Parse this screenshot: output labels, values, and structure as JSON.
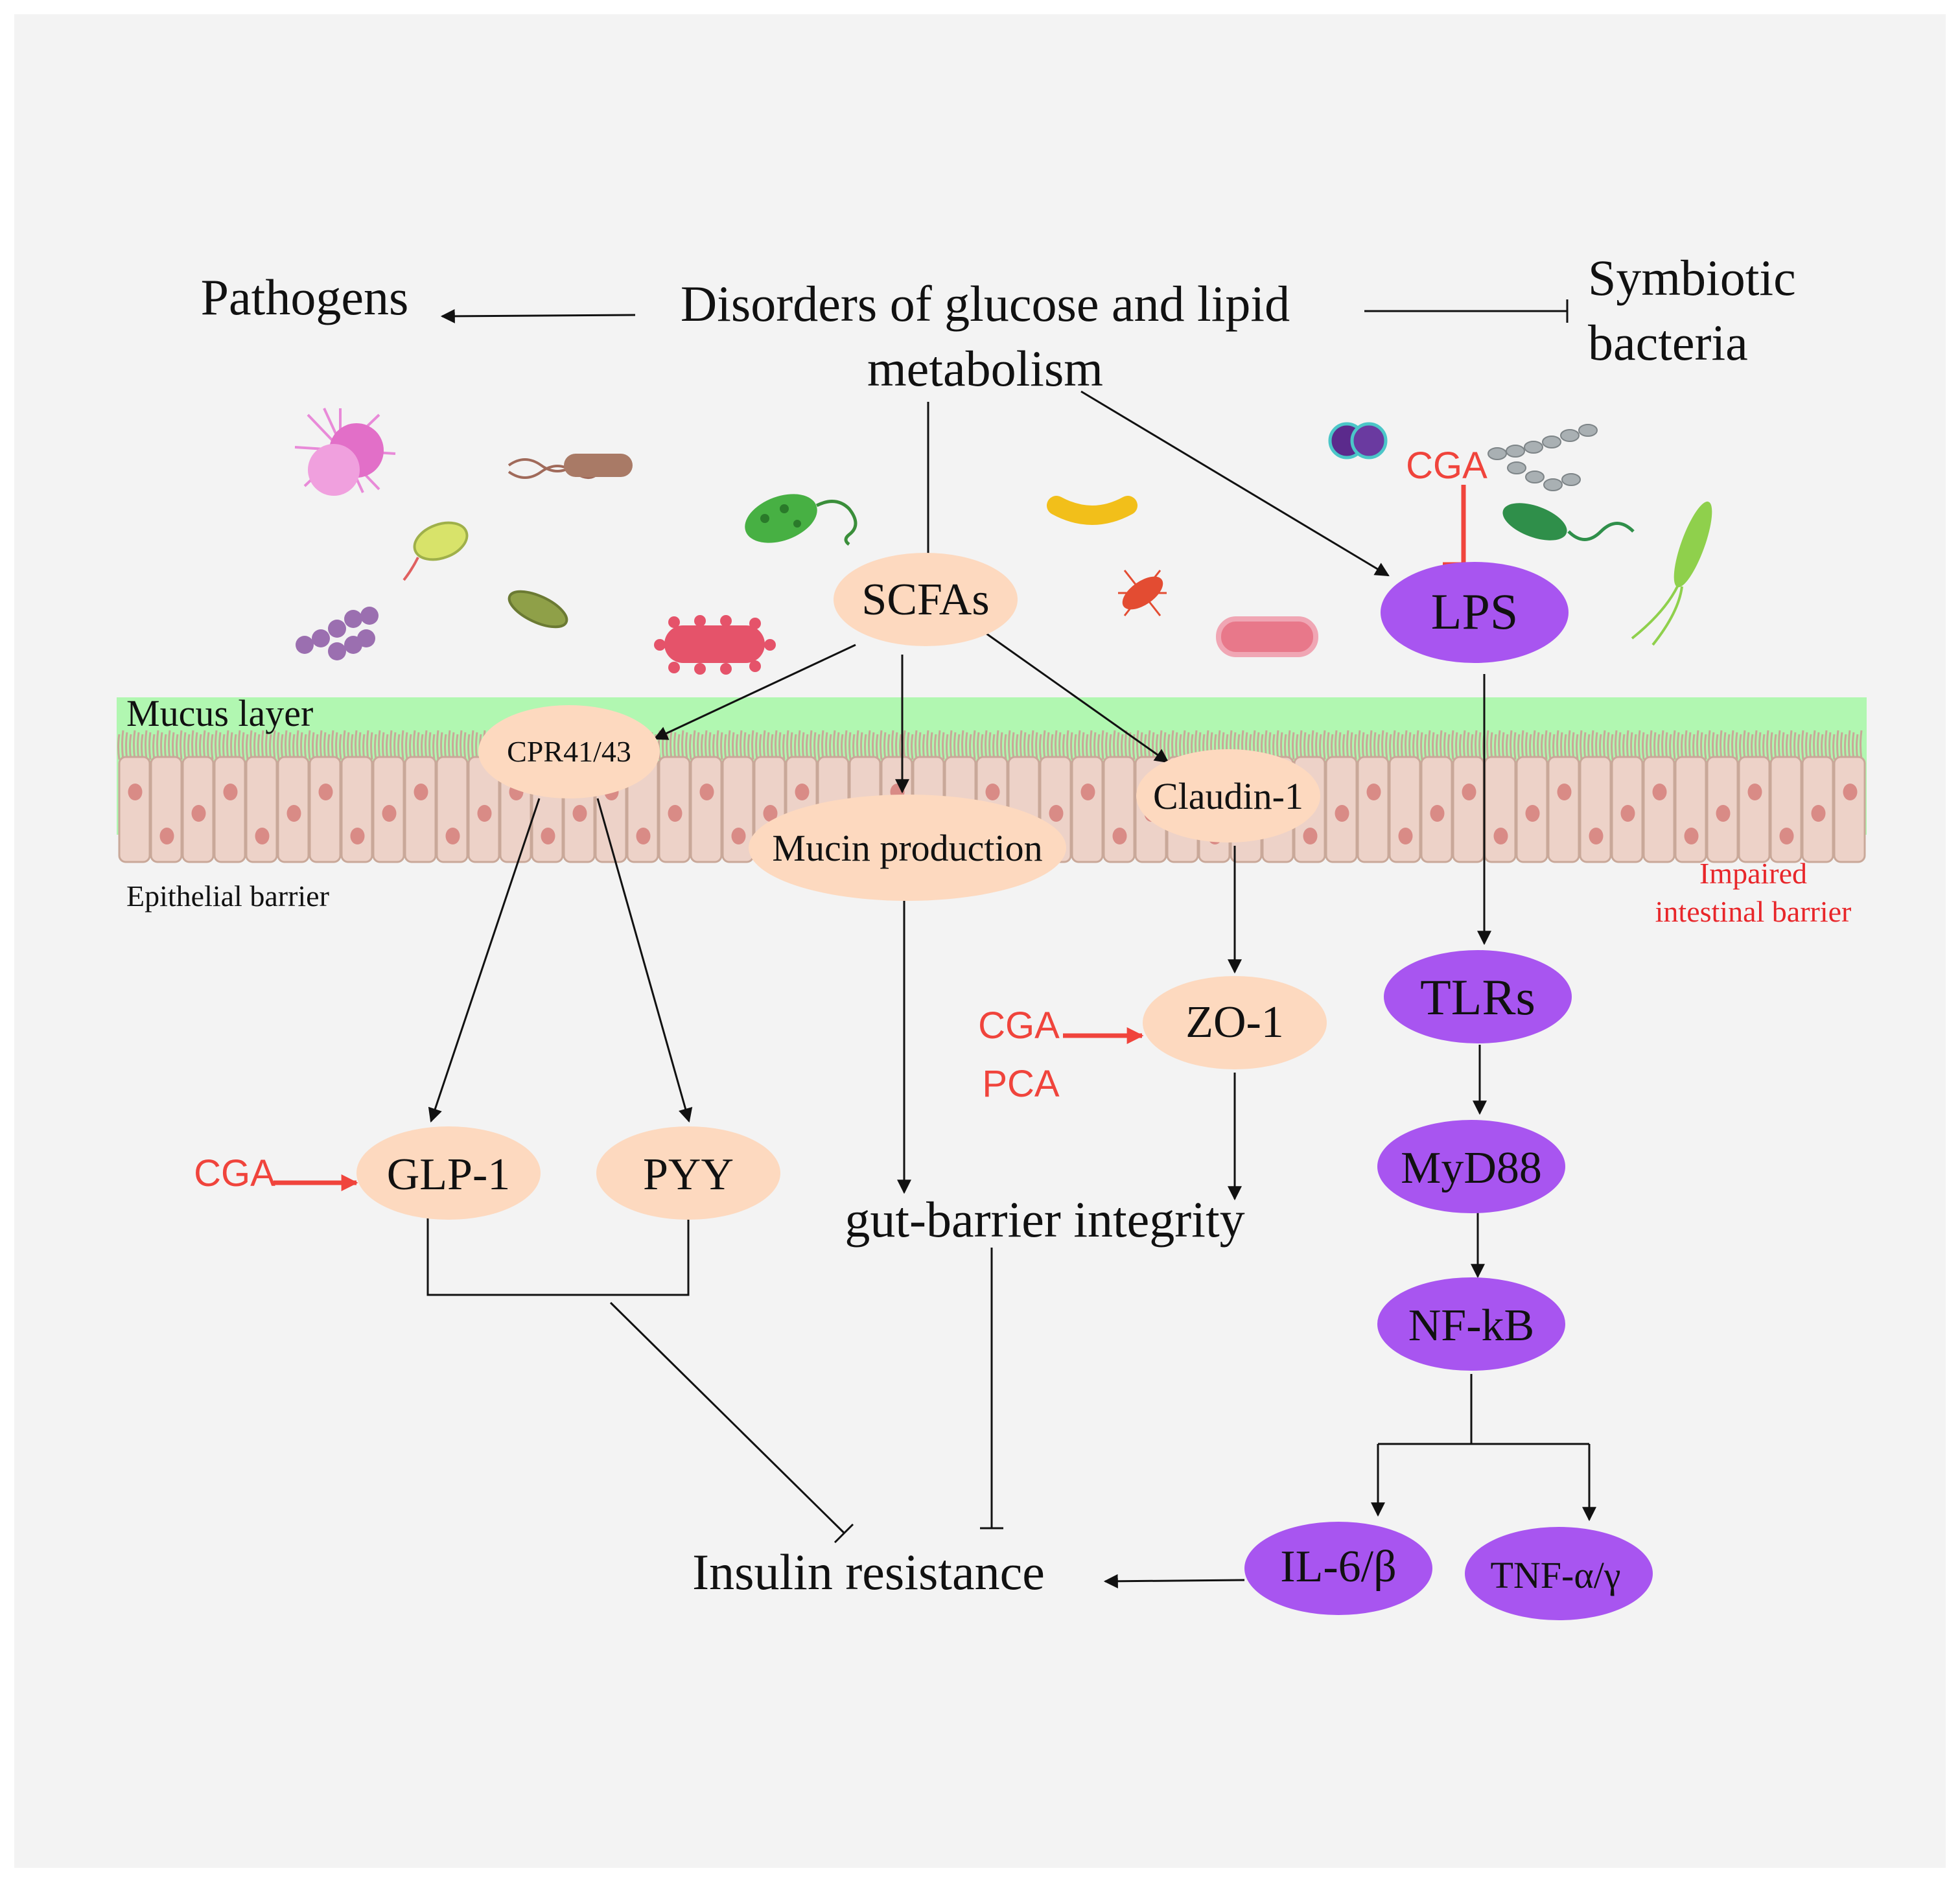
{
  "top": {
    "title_line1": "Disorders of glucose and lipid",
    "title_line2": "metabolism",
    "pathogens": "Pathogens",
    "symbiotic_line1": "Symbiotic",
    "symbiotic_line2": "bacteria"
  },
  "layers": {
    "mucus": "Mucus layer",
    "epithelial": "Epithelial barrier",
    "impaired_line1": "Impaired",
    "impaired_line2": "intestinal barrier"
  },
  "nodes": {
    "scfas": "SCFAs",
    "cpr": "CPR41/43",
    "mucin": "Mucin production",
    "claudin": "Claudin-1",
    "zo1": "ZO-1",
    "glp1": "GLP-1",
    "pyy": "PYY",
    "gut_barrier": "gut-barrier integrity",
    "insulin": "Insulin resistance",
    "lps": "LPS",
    "tlrs": "TLRs",
    "myd88": "MyD88",
    "nfkb": "NF-kB",
    "il6": "IL-6/β",
    "tnf": "TNF-α/γ"
  },
  "agents": {
    "cga_lps": "CGA",
    "cga_zo1": "CGA",
    "pca_zo1": "PCA",
    "cga_glp1": "CGA"
  },
  "colors": {
    "peach": "#fdd9bf",
    "purple": "#a855f0",
    "red": "#f0443c",
    "mucus": "#b1f7b1",
    "cell": "#edd2c8",
    "nucleus": "#d98b86"
  }
}
